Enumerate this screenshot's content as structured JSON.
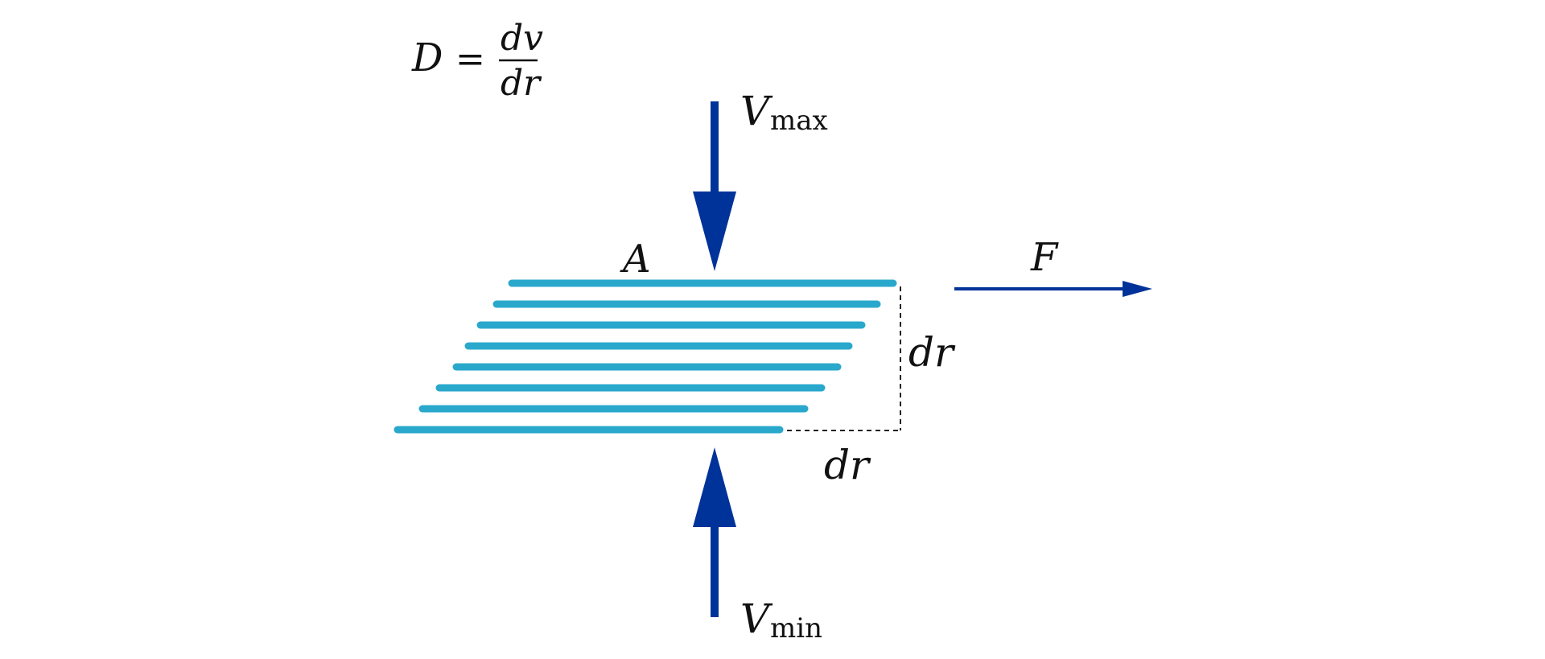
{
  "formula": {
    "lhs": "D",
    "equals": "=",
    "numerator": "dv",
    "denominator": "dr"
  },
  "labels": {
    "v_max_symbol": "V",
    "v_max_subscript": "max",
    "v_min_symbol": "V",
    "v_min_subscript": "min",
    "area": "A",
    "force": "F",
    "dr_vertical": "dr",
    "dr_horizontal": "dr"
  },
  "colors": {
    "layers": "#2aa8cc",
    "arrows": "#003399",
    "text": "#111111",
    "dashed": "#222222",
    "background": "#ffffff"
  },
  "layer_count": 8
}
